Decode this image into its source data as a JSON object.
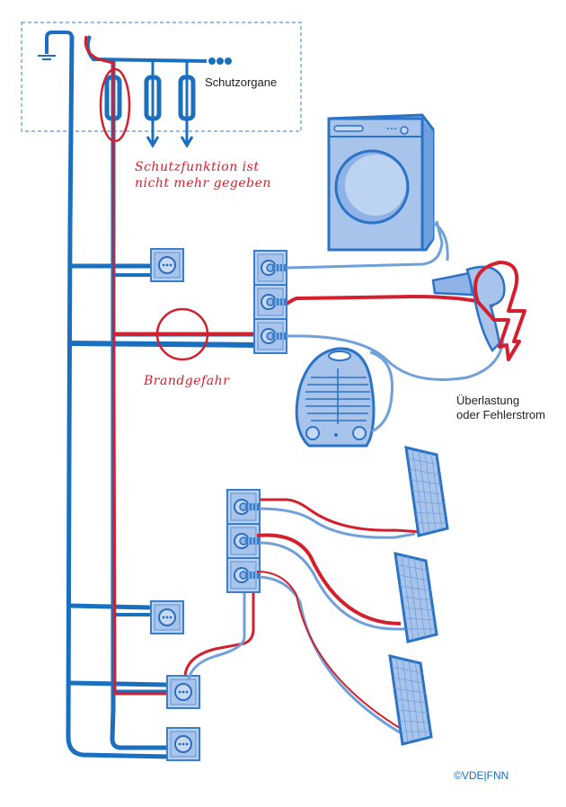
{
  "labels": {
    "protection_devices": "Schutzorgane",
    "protection_lost_line1": "Schutzfunktion ist",
    "protection_lost_line2": "nicht mehr gegeben",
    "fire_hazard": "Brandgefahr",
    "overload_line1": "Überlastung",
    "overload_line2": "oder Fehlerstrom",
    "copyright": "©VDE|FNN"
  },
  "colors": {
    "wire_blue": "#1a6fbf",
    "wire_red": "#d4202e",
    "fill_light_blue": "#a9c4ea",
    "outline_blue": "#2a73c6",
    "dashed_box": "#5b93cf"
  },
  "devices": {
    "appliances": [
      "washing-machine",
      "hair-dryer",
      "fan-heater"
    ],
    "solar_panels_count": 3,
    "single_sockets_count": 4,
    "power_strips_count": 2,
    "fuses_count": 3
  }
}
